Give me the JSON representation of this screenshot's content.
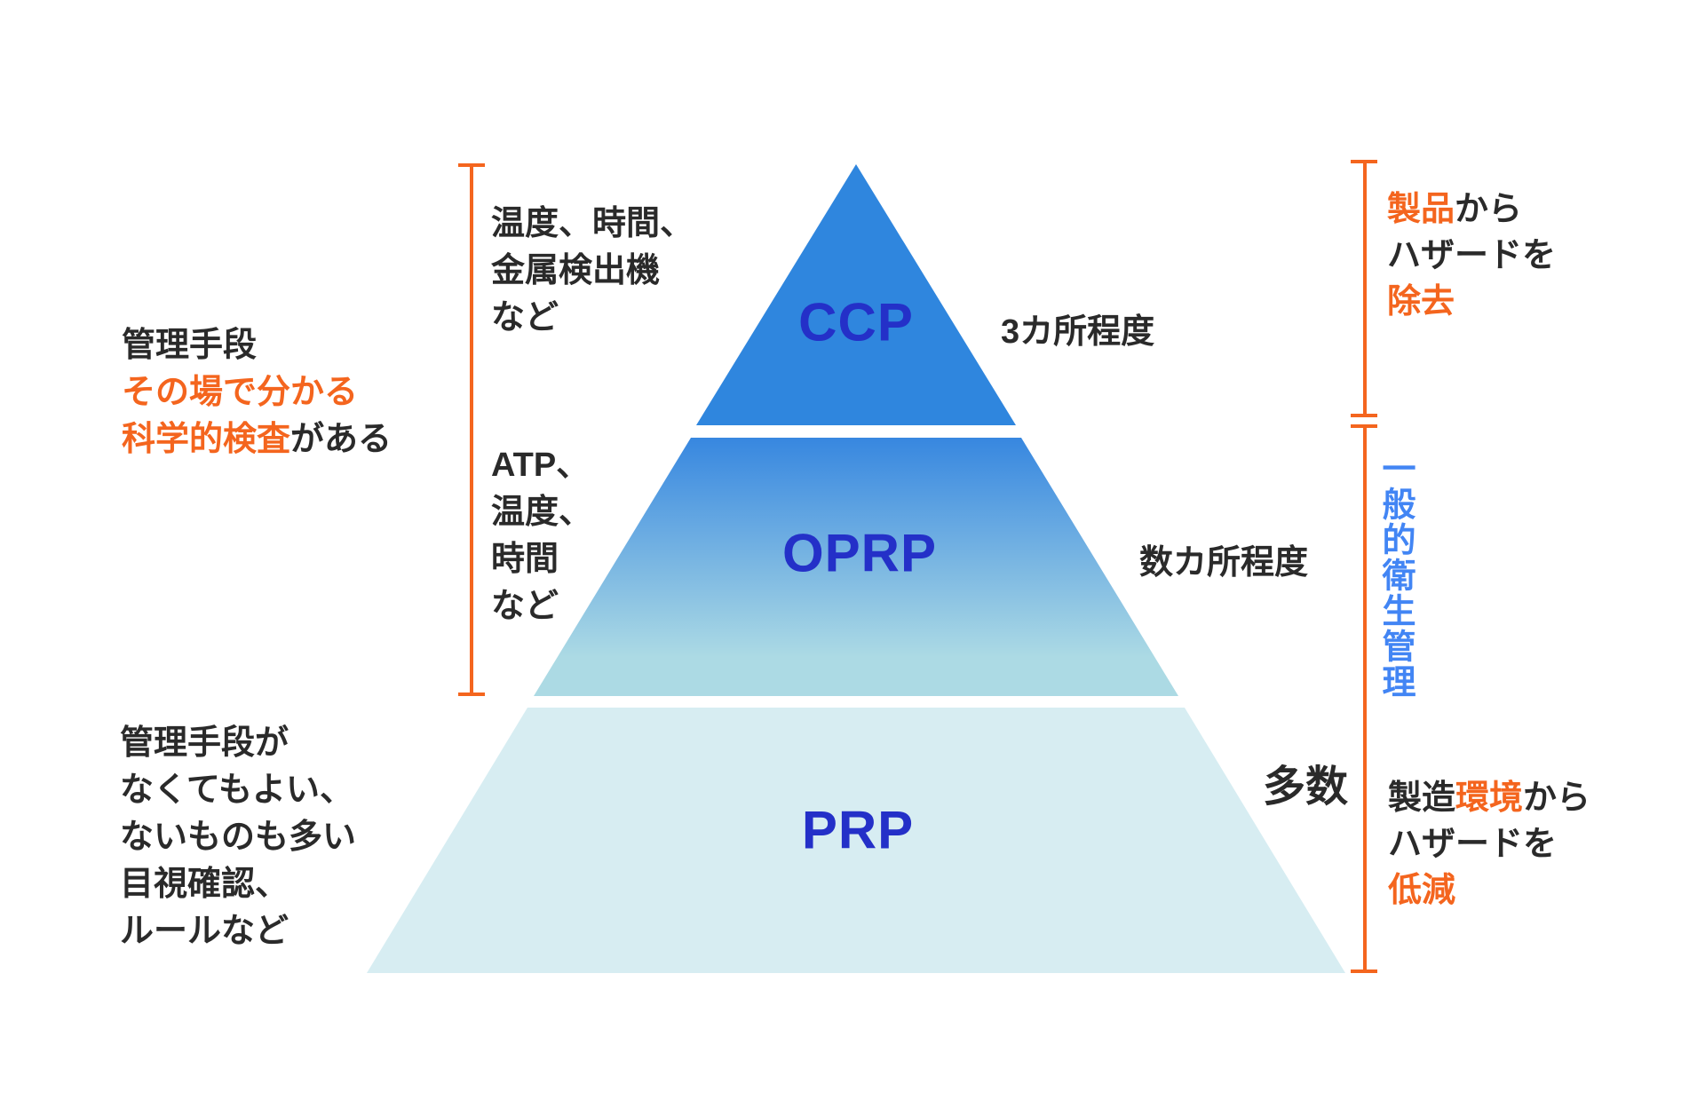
{
  "colors": {
    "orange": "#F4651E",
    "text_dark": "#2A2A2A",
    "tier_ccp": "#2F86DE",
    "tier_oprp_top": "#3787E0",
    "tier_oprp_bottom": "#ACDAE4",
    "tier_prp": "#D7EDF2",
    "tier_label": "#2430C8",
    "hygiene_blue": "#4285F4",
    "background": "#FFFFFF"
  },
  "pyramid": {
    "tiers": [
      {
        "id": "ccp",
        "label": "CCP",
        "side_note": "3カ所程度"
      },
      {
        "id": "oprp",
        "label": "OPRP",
        "side_note": "数カ所程度"
      },
      {
        "id": "prp",
        "label": "PRP",
        "side_note": "多数"
      }
    ]
  },
  "notes": {
    "left_outer_top": {
      "lines": [
        [
          {
            "text": "管理手段",
            "color": "text_dark"
          }
        ],
        [
          {
            "text": "その場で分かる",
            "color": "orange"
          }
        ],
        [
          {
            "text": "科学的検査",
            "color": "orange"
          },
          {
            "text": "がある",
            "color": "text_dark"
          }
        ]
      ]
    },
    "left_inner_top": {
      "lines": [
        [
          {
            "text": "温度、時間、",
            "color": "text_dark"
          }
        ],
        [
          {
            "text": "金属検出機",
            "color": "text_dark"
          }
        ],
        [
          {
            "text": "など",
            "color": "text_dark"
          }
        ]
      ]
    },
    "left_inner_middle": {
      "lines": [
        [
          {
            "text": "ATP、",
            "color": "text_dark"
          }
        ],
        [
          {
            "text": "温度、",
            "color": "text_dark"
          }
        ],
        [
          {
            "text": "時間",
            "color": "text_dark"
          }
        ],
        [
          {
            "text": "など",
            "color": "text_dark"
          }
        ]
      ]
    },
    "left_outer_bottom": {
      "lines": [
        [
          {
            "text": "管理手段が",
            "color": "text_dark"
          }
        ],
        [
          {
            "text": "なくてもよい、",
            "color": "text_dark"
          }
        ],
        [
          {
            "text": "ないものも多い",
            "color": "text_dark"
          }
        ],
        [
          {
            "text": "目視確認、",
            "color": "text_dark"
          }
        ],
        [
          {
            "text": "ルールなど",
            "color": "text_dark"
          }
        ]
      ]
    },
    "right_top": {
      "lines": [
        [
          {
            "text": "製品",
            "color": "orange"
          },
          {
            "text": "から",
            "color": "text_dark"
          }
        ],
        [
          {
            "text": "ハザードを",
            "color": "text_dark"
          }
        ],
        [
          {
            "text": "除去",
            "color": "orange"
          }
        ]
      ]
    },
    "right_hygiene": {
      "text": "一般的衛生管理",
      "color": "hygiene_blue"
    },
    "right_bottom": {
      "lines": [
        [
          {
            "text": "製造",
            "color": "text_dark"
          },
          {
            "text": "環境",
            "color": "orange"
          },
          {
            "text": "から",
            "color": "text_dark"
          }
        ],
        [
          {
            "text": "ハザードを",
            "color": "text_dark"
          }
        ],
        [
          {
            "text": "低減",
            "color": "orange"
          }
        ]
      ]
    }
  }
}
